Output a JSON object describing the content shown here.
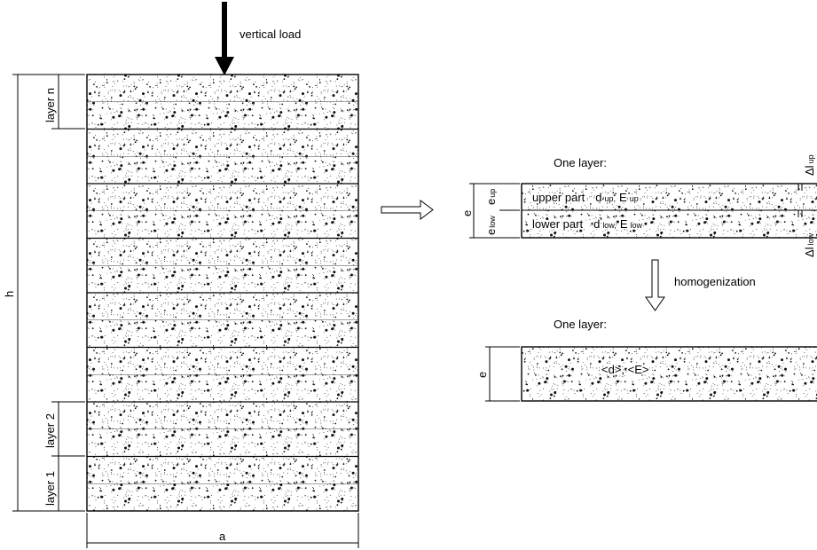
{
  "load_label": "vertical load",
  "dims": {
    "height": "h",
    "width": "a",
    "layer_thickness": "e",
    "e_up": "e",
    "e_up_sub": "up",
    "e_low": "e",
    "e_low_sub": "low"
  },
  "layer_labels": {
    "top": "layer n",
    "second": "layer 2",
    "first": "layer 1"
  },
  "one_layer_title": "One layer:",
  "upper": {
    "name": "upper part",
    "d": "d",
    "d_sub": "up,",
    "E": "E",
    "E_sub": "up"
  },
  "lower": {
    "name": "lower part",
    "d": "d",
    "d_sub": "low,",
    "E": "E",
    "E_sub": "low"
  },
  "delta_up": {
    "symbol": "Δl",
    "sub": "up"
  },
  "delta_low": {
    "symbol": "Δl",
    "sub": "low"
  },
  "homogenization_label": "homogenization",
  "homog_title": "One layer:",
  "homog_values": "<d>, <E>",
  "layer_count": 8
}
